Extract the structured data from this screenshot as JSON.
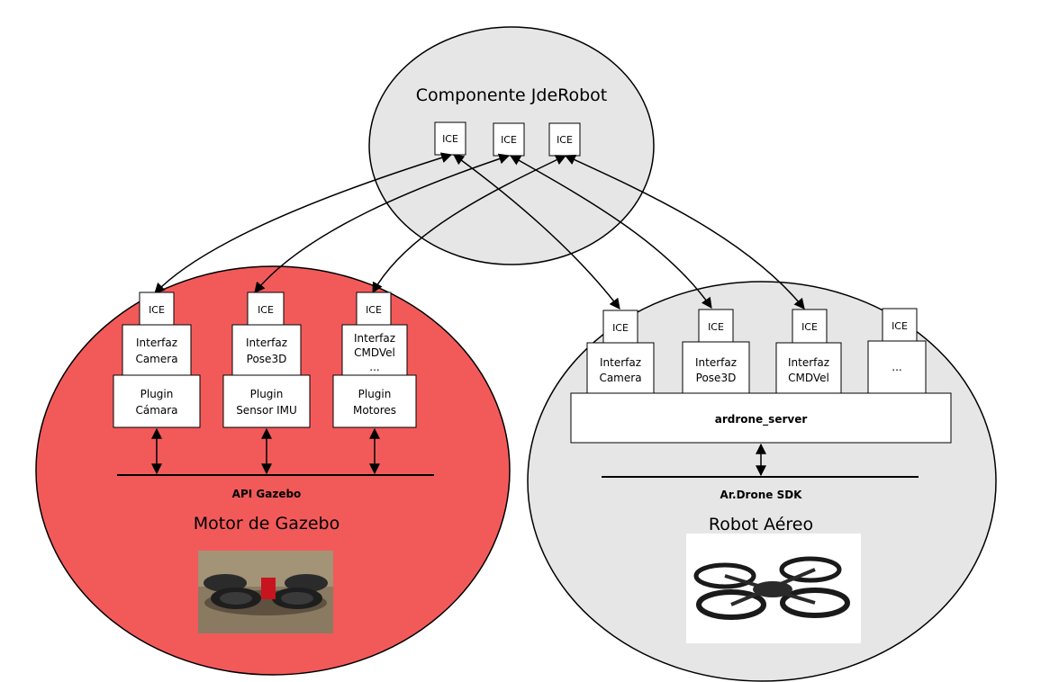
{
  "top": {
    "title": "Componente JdeRobot",
    "ice": [
      "ICE",
      "ICE",
      "ICE"
    ]
  },
  "left": {
    "title": "Motor de Gazebo",
    "bus_label": "API Gazebo",
    "columns": [
      {
        "ice": "ICE",
        "iface": [
          "Interfaz",
          "Camera"
        ],
        "plugin": [
          "Plugin",
          "Cámara"
        ]
      },
      {
        "ice": "ICE",
        "iface": [
          "Interfaz",
          "Pose3D"
        ],
        "plugin": [
          "Plugin",
          "Sensor IMU"
        ]
      },
      {
        "ice": "ICE",
        "iface": [
          "Interfaz",
          "CMDVel",
          "..."
        ],
        "plugin": [
          "Plugin",
          "Motores"
        ]
      }
    ]
  },
  "right": {
    "title": "Robot Aéreo",
    "bus_label": "Ar.Drone SDK",
    "server": "ardrone_server",
    "columns": [
      {
        "ice": "ICE",
        "iface": [
          "Interfaz",
          "Camera"
        ]
      },
      {
        "ice": "ICE",
        "iface": [
          "Interfaz",
          "Pose3D"
        ]
      },
      {
        "ice": "ICE",
        "iface": [
          "Interfaz",
          "CMDVel"
        ]
      },
      {
        "ice": "ICE",
        "iface": [
          "..."
        ]
      }
    ]
  },
  "colors": {
    "left_ellipse": "#f25a5a",
    "grey_ellipse": "#e6e6e6",
    "stroke": "#000000"
  }
}
